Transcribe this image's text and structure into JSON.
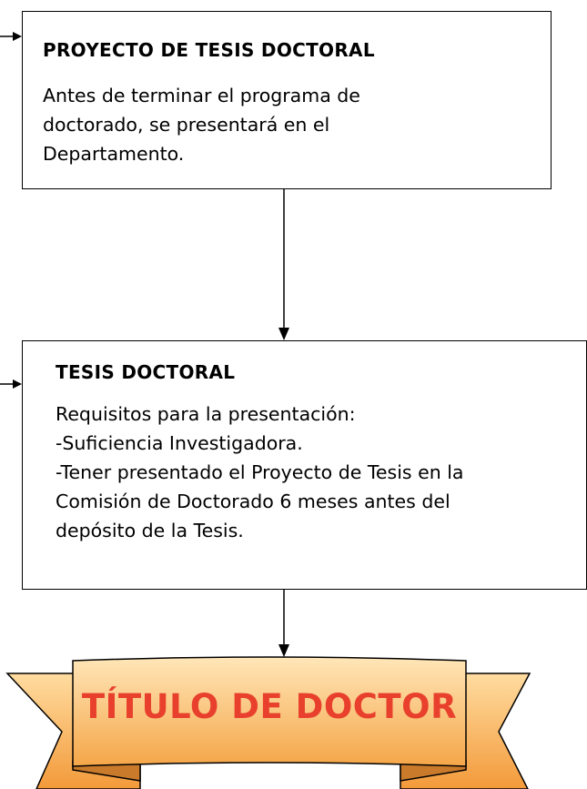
{
  "box1": {
    "title": "PROYECTO DE TESIS DOCTORAL",
    "lines": [
      "Antes de terminar el programa de",
      "doctorado, se presentará en el",
      "Departamento."
    ]
  },
  "box2": {
    "title": "TESIS DOCTORAL",
    "lines": [
      "Requisitos para la presentación:",
      "-Suficiencia Investigadora.",
      "-Tener presentado el Proyecto de Tesis en la",
      "Comisión de Doctorado 6 meses antes del",
      "depósito de la Tesis."
    ]
  },
  "banner": {
    "text": "TÍTULO DE DOCTOR",
    "colors": {
      "fill_light": "#ffe6b8",
      "fill_dark": "#f5a648",
      "text": "#e8402c"
    }
  }
}
